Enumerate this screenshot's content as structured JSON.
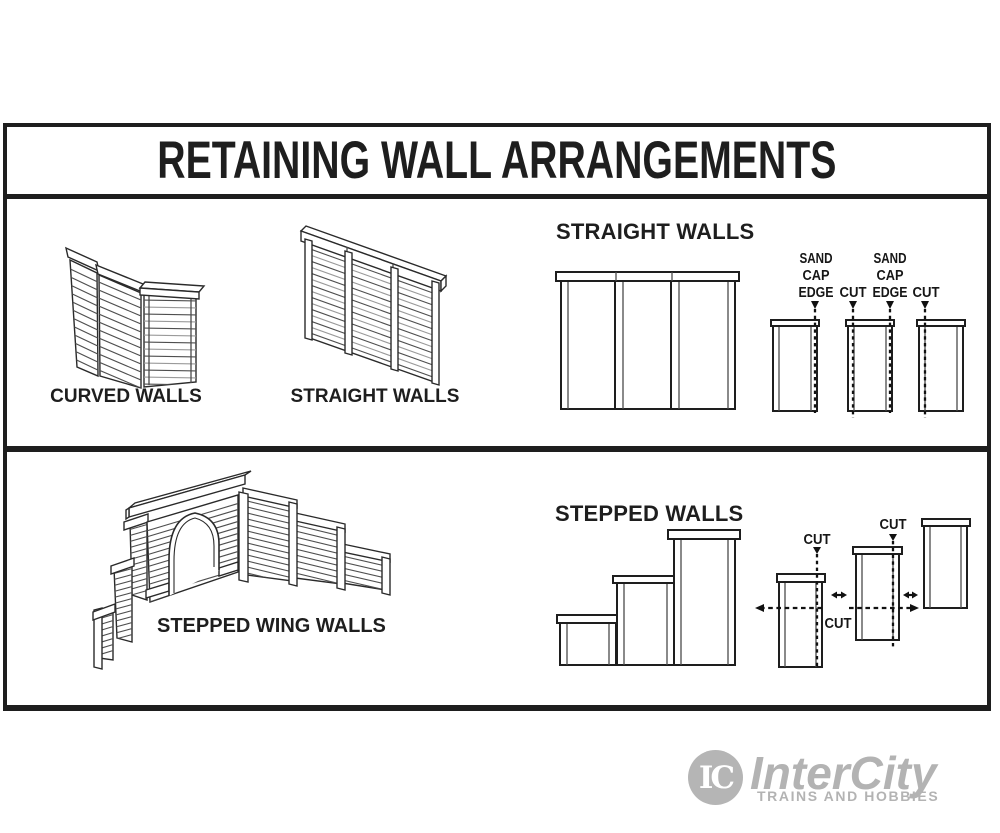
{
  "page": {
    "title": "RETAINING WALL ARRANGEMENTS"
  },
  "colors": {
    "line": "#1e1e1e",
    "logo_gray": "#b3b3b3",
    "background": "#ffffff"
  },
  "sections": {
    "straight": {
      "heading": "STRAIGHT WALLS",
      "curved_caption": "CURVED WALLS",
      "straight_caption": "STRAIGHT WALLS",
      "guides": {
        "sand_cap_edge": [
          "SAND",
          "CAP",
          "EDGE"
        ],
        "cut": "CUT"
      }
    },
    "stepped": {
      "heading": "STEPPED WALLS",
      "wing_caption": "STEPPED WING WALLS",
      "cut": "CUT"
    }
  },
  "logo": {
    "monogram": "IC",
    "name": "InterCity",
    "tagline": "TRAINS AND HOBBIES"
  }
}
